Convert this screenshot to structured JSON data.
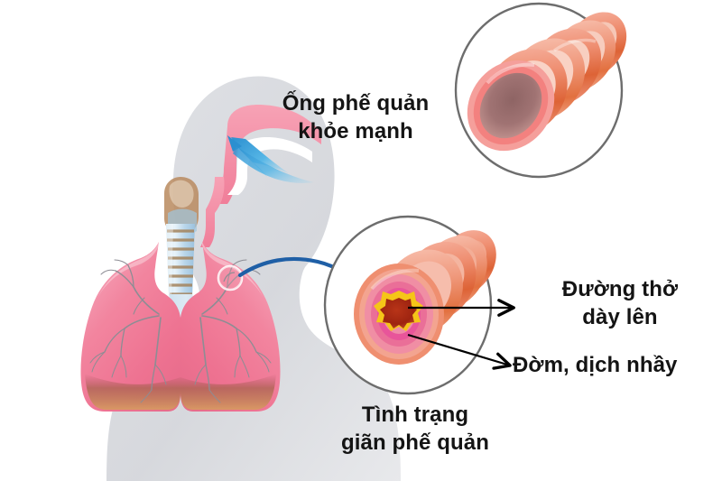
{
  "diagram": {
    "title_alt": "Bronchiectasis anatomy illustration",
    "background_color": "#ffffff",
    "text_color": "#141414"
  },
  "labels": {
    "healthy_bronchus": {
      "line1": "Ống phế quản",
      "line2": "khỏe mạnh"
    },
    "bronchiectasis": {
      "line1": "Tình trạng",
      "line2": "giãn phế quản"
    },
    "thickened_airway": {
      "line1": "Đường thở",
      "line2": "dày lên"
    },
    "mucus": {
      "line1": "Đờm, dịch nhầy"
    }
  },
  "figure_parts": {
    "body_silhouette": "head-and-torso-silhouette",
    "nasal_passage": "nasal-pharynx-airway",
    "airflow_arrow": "blue-inhalation-arrow",
    "trachea": "banded-trachea",
    "larynx": "larynx",
    "left_lung": "left-lung",
    "right_lung": "right-lung",
    "bronchial_tree": "bronchial-tree-branches",
    "lung_callout_circle": "lung-detail-circle",
    "connector_arrow": "blue-curved-connector-arrow",
    "healthy_inset": "healthy-bronchus-inset-circle",
    "diseased_inset": "diseased-bronchus-inset-circle",
    "mucus_plug": "yellow-mucus-plug",
    "pointer_airway": "airway-wall-pointer-arrow",
    "pointer_mucus": "mucus-pointer-arrow"
  },
  "colors": {
    "silhouette": "#d6d8dd",
    "lung_pink": "#f2809a",
    "lung_pink_light": "#f9a8bb",
    "lung_base_tan": "#c98a5e",
    "bronchi_gray": "#8d8d94",
    "trachea_blue": "#bcd9ec",
    "trachea_band": "#a4835c",
    "airflow_blue": "#3fa9dd",
    "connector_blue": "#1f5fa6",
    "inset_outline": "#6d6d6d",
    "cartilage_orange": "#e2683c",
    "cartilage_salmon": "#f0a08c",
    "inner_pink": "#f6a8bd",
    "diseased_magenta": "#e8559a",
    "lumen_dark": "#9c6a6a",
    "mucus_yellow": "#f5c518",
    "mucus_core": "#a32510",
    "pointer_black": "#000000"
  }
}
